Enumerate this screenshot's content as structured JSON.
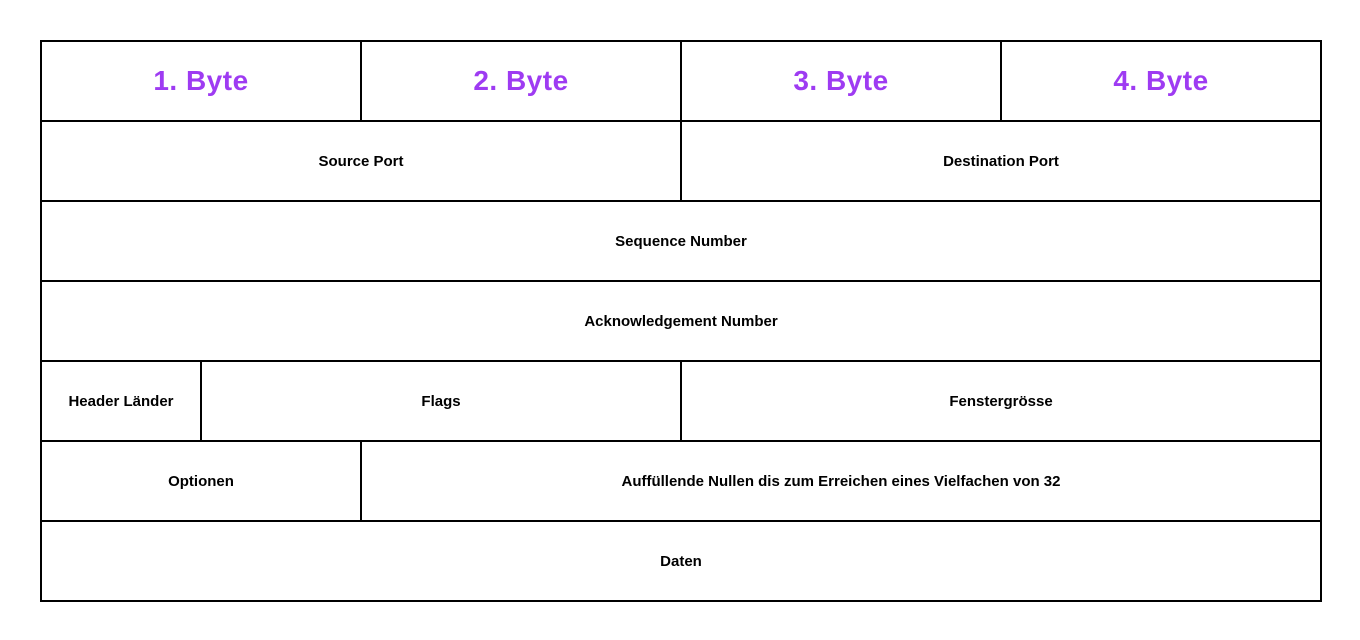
{
  "diagram": {
    "name": "tcp-header-layout",
    "byte_headers": {
      "b1": "1. Byte",
      "b2": "2. Byte",
      "b3": "3. Byte",
      "b4": "4. Byte"
    },
    "fields": {
      "source_port": "Source Port",
      "destination_port": "Destination Port",
      "sequence_number": "Sequence Number",
      "acknowledgement_number": "Acknowledgement Number",
      "header_length": "Header Länder",
      "flags": "Flags",
      "window_size": "Fenstergrösse",
      "options": "Optionen",
      "padding": "Auffüllende Nullen dis zum Erreichen eines Vielfachen von 32",
      "data": "Daten"
    },
    "colors": {
      "byte_header_text": "#9E3BF2",
      "field_text": "#000000",
      "border": "#000000",
      "background": "#FFFFFF"
    }
  }
}
